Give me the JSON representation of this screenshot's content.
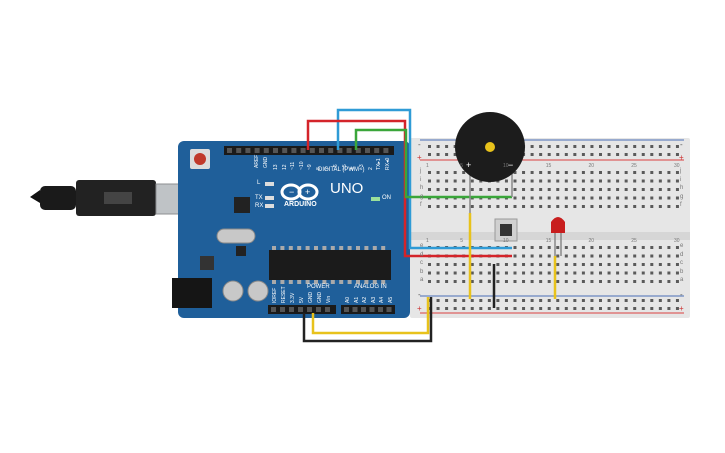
{
  "arduino": {
    "logo_text": "ARDUINO",
    "model": "UNO",
    "digital_header": "DIGITAL (PWM~)",
    "on_label": "ON",
    "l_label": "L",
    "tx_label": "TX",
    "rx_label": "RX",
    "power_label": "POWER",
    "analog_label": "ANALOG IN",
    "aref": "AREF",
    "gnd": "GND",
    "digital_pins": [
      "13",
      "12",
      "~11",
      "~10",
      "~9",
      "8",
      "7",
      "~6",
      "~5",
      "4",
      "~3",
      "2",
      "TX▸1",
      "RX◂0"
    ],
    "power_pins": [
      "IOREF",
      "RESET",
      "3.3V",
      "5V",
      "GND",
      "GND",
      "Vin"
    ],
    "analog_pins": [
      "A0",
      "A1",
      "A2",
      "A3",
      "A4",
      "A5"
    ]
  },
  "breadboard": {
    "rail_plus": "+",
    "rail_minus": "-",
    "row_letters_top": [
      "j",
      "i",
      "h",
      "g",
      "f"
    ],
    "row_letters_bottom": [
      "e",
      "d",
      "c",
      "b",
      "a"
    ],
    "column_numbers": [
      "1",
      "5",
      "10",
      "15",
      "20",
      "25",
      "30"
    ]
  },
  "buzzer": {
    "plus": "+",
    "minus": "−"
  },
  "colors": {
    "board": "#1f5f9a",
    "breadboard": "#e6e6e6",
    "wire_red": "#d4242a",
    "wire_blue": "#2f9bd6",
    "wire_green": "#3aa63a",
    "wire_yellow": "#e8c21b",
    "wire_black": "#222222",
    "led": "#c81e1e"
  }
}
